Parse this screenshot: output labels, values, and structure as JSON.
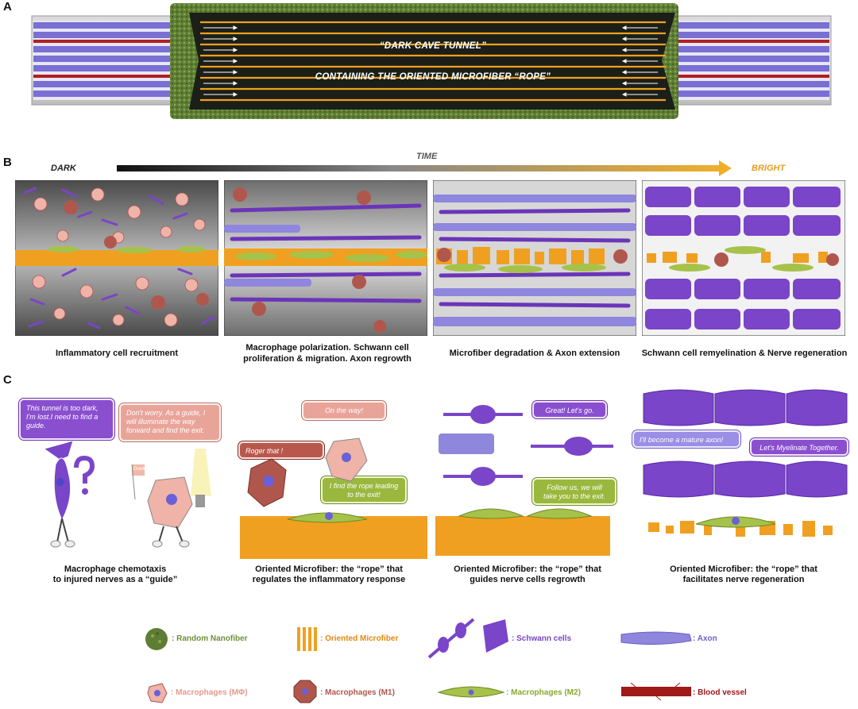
{
  "panels": {
    "a": "A",
    "b": "B",
    "c": "C"
  },
  "panel_a": {
    "tunnel_title": "“DARK CAVE TUNNEL”",
    "tunnel_subtitle": "CONTAINING THE ORIENTED MICROFIBER “ROPE”"
  },
  "panel_b": {
    "time_label": "TIME",
    "dark_label": "DARK",
    "bright_label": "BRIGHT",
    "captions": [
      "Inflammatory cell recruitment",
      "Macrophage polarization. Schwann cell proliferation & migration. Axon regrowth",
      "Microfiber degradation & Axon extension",
      "Schwann cell remyelination  & Nerve regeneration"
    ]
  },
  "panel_c": {
    "bubbles": {
      "lost": "This tunnel is too dark, I'm lost.I need to find a guide.",
      "guide": "Don't worry. As a guide, I will illuminate the way forward and find the exit.",
      "on_the_way": "On the way!",
      "roger": "Roger that !",
      "find_rope": "I find the rope leading to the exit!",
      "lets_go": "Great! Let's go.",
      "follow_us": "Follow us, we will take you to the exit.",
      "mature_axon": "I'll become a mature axon!",
      "myelinate": "Let's Myelinate Together."
    },
    "flag_text": "Guide",
    "captions": [
      [
        "Macrophage chemotaxis",
        "to injured nerves as a “guide”"
      ],
      [
        "Oriented Microfiber: the “rope” that",
        "regulates the inflammatory response"
      ],
      [
        "Oriented Microfiber: the “rope” that",
        "guides nerve cells regrowth"
      ],
      [
        "Oriented Microfiber: the “rope” that",
        "facilitates nerve regeneration"
      ]
    ]
  },
  "legend": {
    "random_nanofiber": ": Random Nanofiber",
    "oriented_microfiber": ": Oriented Microfiber",
    "schwann_cells": ": Schwann cells",
    "axon": ": Axon",
    "macrophages_mphi": ": Macrophages (MΦ)",
    "macrophages_m1": ": Macrophages (M1)",
    "macrophages_m2": ": Macrophages (M2)",
    "blood_vessel": ": Blood vessel"
  },
  "colors": {
    "purple": "#7a45c8",
    "schwann": "#8a4fd0",
    "orange": "#f0a020",
    "green_fiber": "#6f8f3a",
    "macrophage_pink": "#efb3a7",
    "m1_red": "#b0574d",
    "m2_green": "#a7c24a",
    "blood": "#a01818",
    "axon": "#8f86dd"
  }
}
